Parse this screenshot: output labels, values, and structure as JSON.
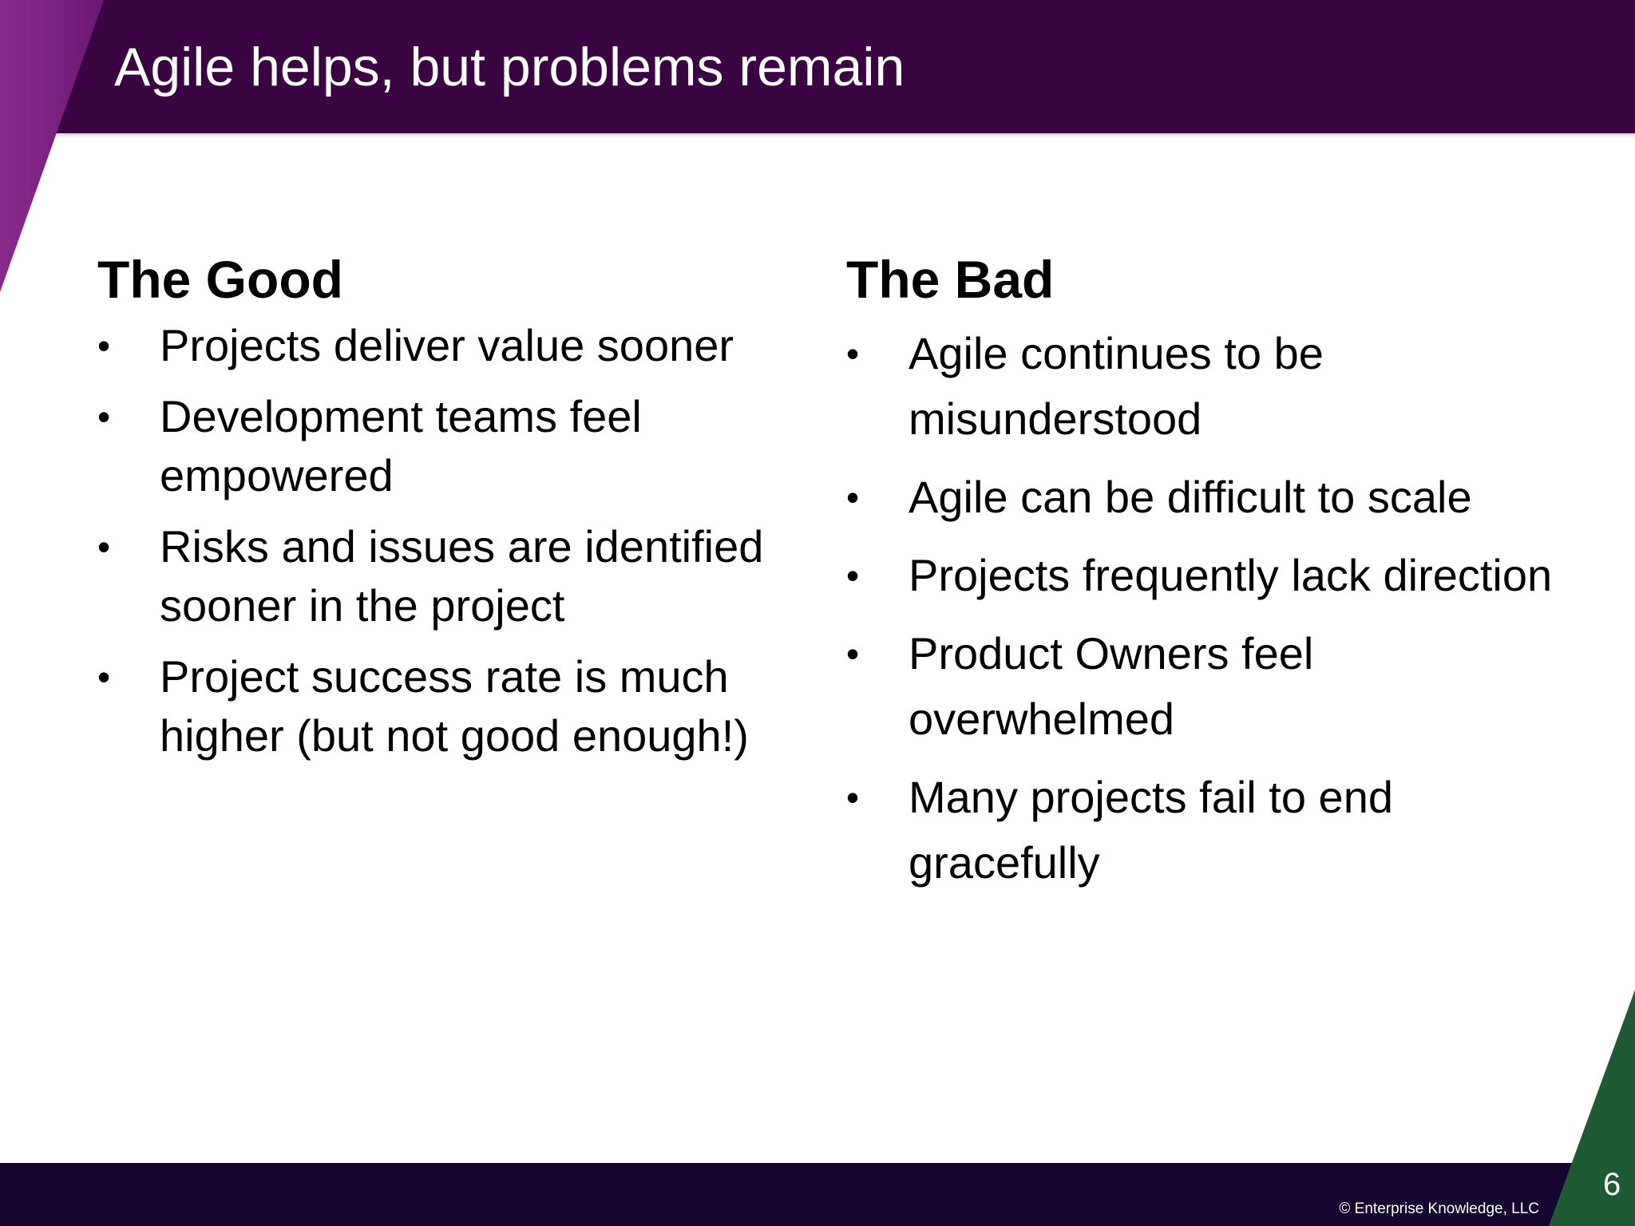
{
  "slide": {
    "title": "Agile helps, but problems remain",
    "page_number": "6",
    "copyright": "© Enterprise Knowledge, LLC",
    "colors": {
      "header": "#3a0442",
      "footer": "#14062e",
      "accent_purple": "#7b2483",
      "accent_green": "#1e5a32"
    }
  },
  "good": {
    "heading": "The Good",
    "items": [
      "Projects deliver value sooner",
      "Development teams feel empowered",
      "Risks and issues are identified sooner in the project",
      "Project success rate is much higher (but not good enough!)"
    ]
  },
  "bad": {
    "heading": "The Bad",
    "items": [
      "Agile continues to be misunderstood",
      "Agile can be difficult to scale",
      "Projects frequently lack direction",
      "Product Owners feel overwhelmed",
      "Many projects fail to end gracefully"
    ]
  }
}
